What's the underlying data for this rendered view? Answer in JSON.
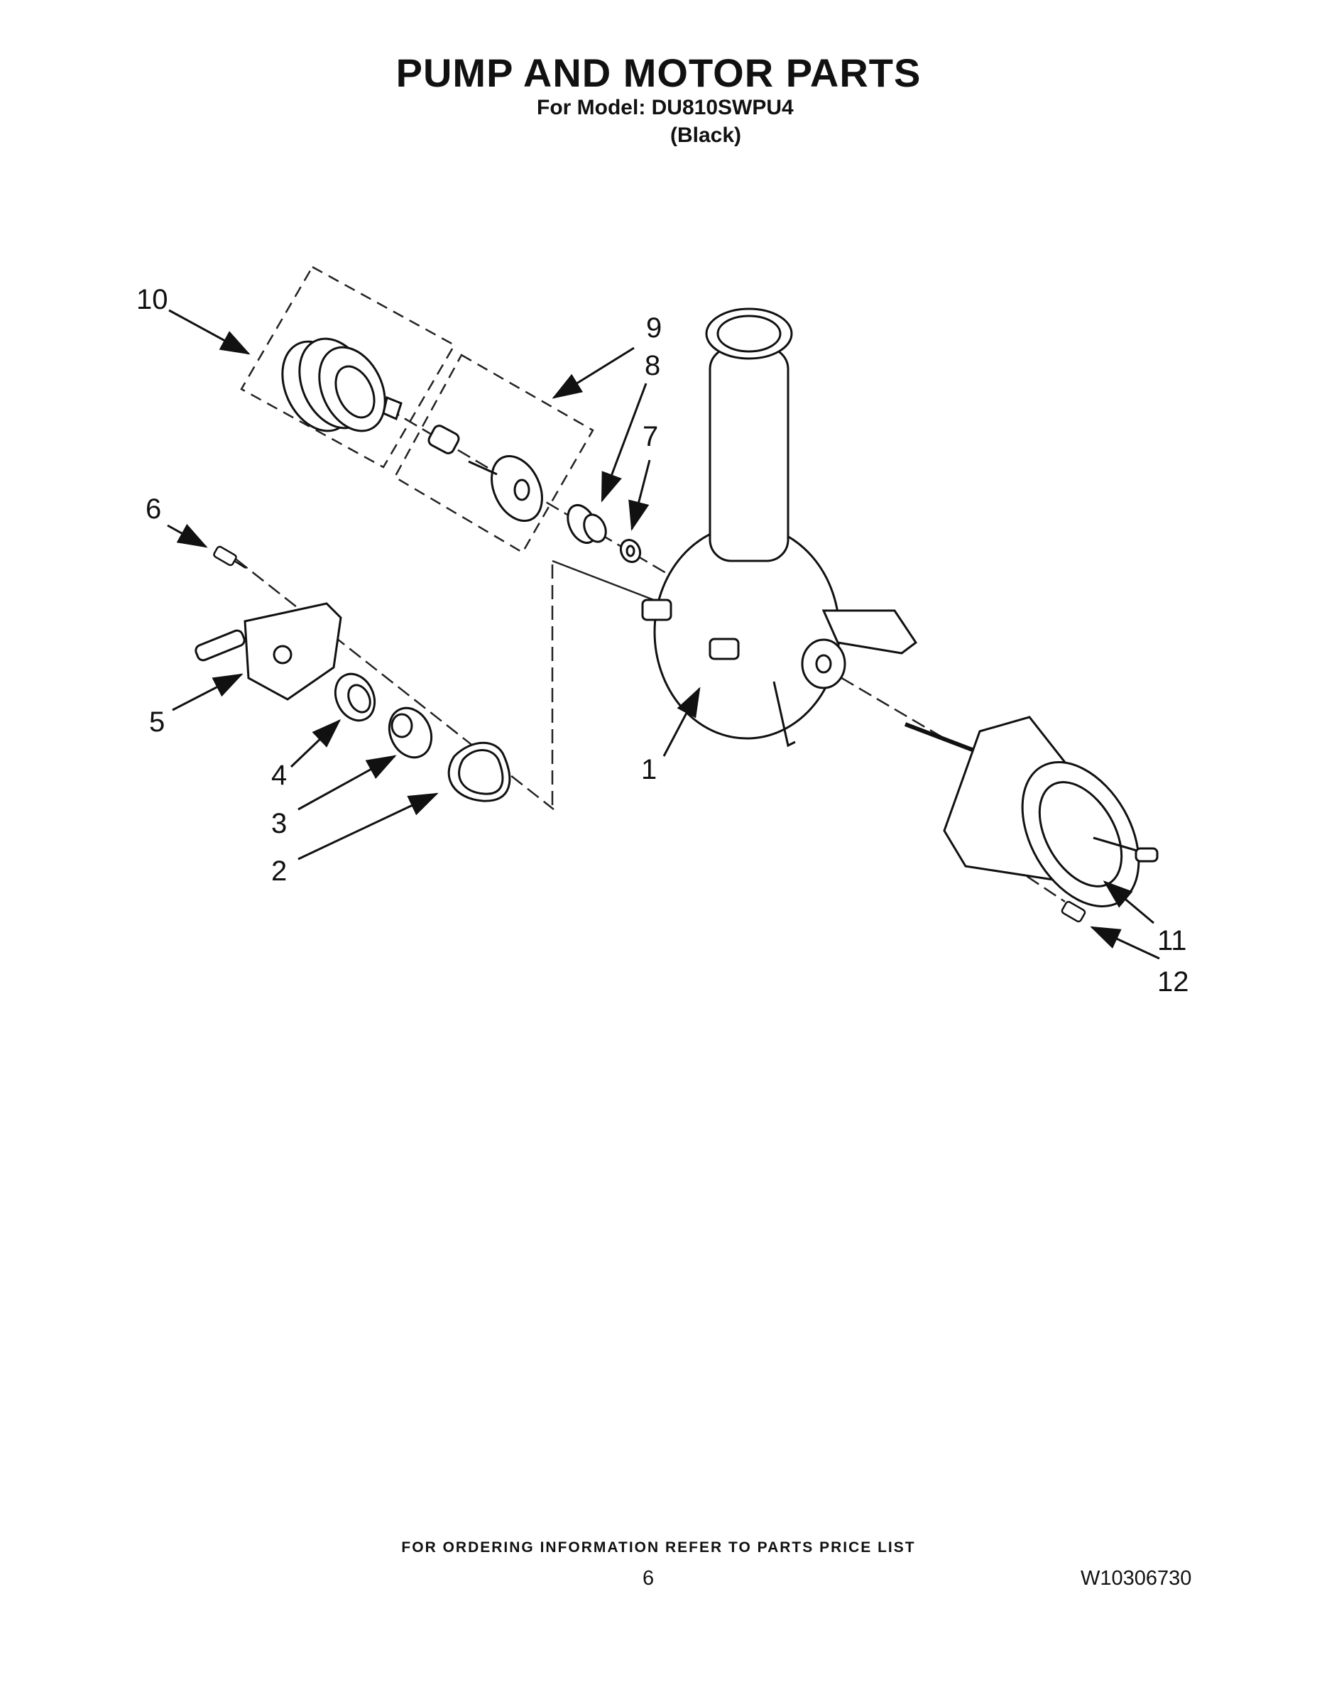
{
  "header": {
    "title": "PUMP AND MOTOR PARTS",
    "model_line": "For Model: DU810SWPU4",
    "variant": "(Black)"
  },
  "diagram": {
    "callouts": [
      "1",
      "2",
      "3",
      "4",
      "5",
      "6",
      "7",
      "8",
      "9",
      "10",
      "11",
      "12"
    ]
  },
  "footer": {
    "note": "FOR ORDERING INFORMATION REFER TO PARTS PRICE LIST",
    "page_number": "6",
    "doc_number": "W10306730"
  }
}
